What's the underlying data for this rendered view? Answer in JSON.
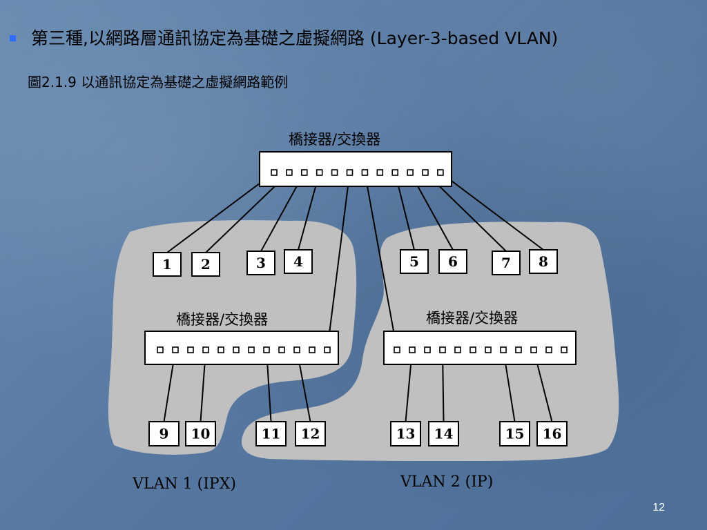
{
  "slide": {
    "title": "第三種,以網路層通訊協定為基礎之虛擬網路 (Layer-3-based VLAN)",
    "caption": "圖2.1.9 以通訊協定為基礎之虛擬網路範例",
    "page_number": "12"
  },
  "diagram": {
    "top_switch": "橋接器/交換器",
    "left_switch": "橋接器/交換器",
    "right_switch": "橋接器/交換器",
    "stations_top": [
      "1",
      "2",
      "3",
      "4",
      "5",
      "6",
      "7",
      "8"
    ],
    "stations_left": [
      "9",
      "10",
      "11",
      "12"
    ],
    "stations_right": [
      "13",
      "14",
      "15",
      "16"
    ],
    "vlan1": "VLAN 1 (IPX)",
    "vlan2": "VLAN 2 (IP)"
  },
  "colors": {
    "background": "#5b7fa6",
    "region": "#c0c0c0",
    "bullet": "#2d6cff"
  }
}
